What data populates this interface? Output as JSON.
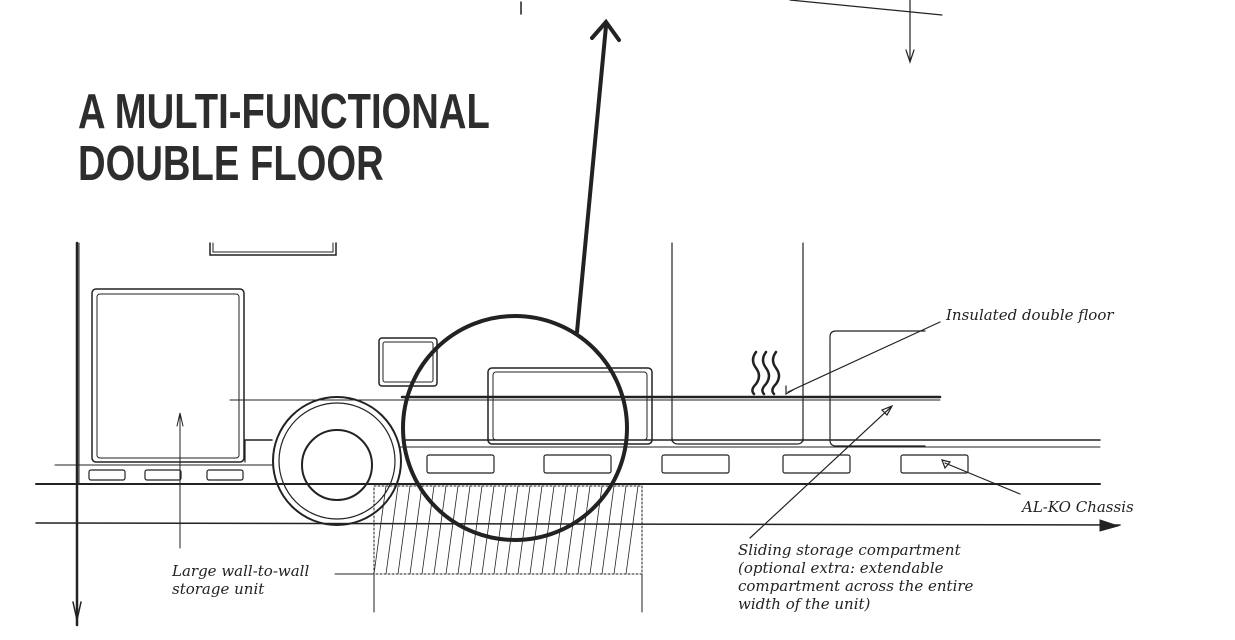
{
  "title": {
    "line1": "A MULTI-FUNCTIONAL",
    "line2": "DOUBLE FLOOR"
  },
  "labels": {
    "insulated_floor": "Insulated double floor",
    "chassis": "AL-KO Chassis",
    "storage_unit": [
      "Large wall-to-wall",
      "storage unit"
    ],
    "sliding_compartment": [
      "Sliding storage compartment",
      "(optional extra: extendable",
      "compartment across the entire",
      "width of the unit)"
    ]
  },
  "colors": {
    "ink": "#222222",
    "title": "#2d2d2d"
  }
}
